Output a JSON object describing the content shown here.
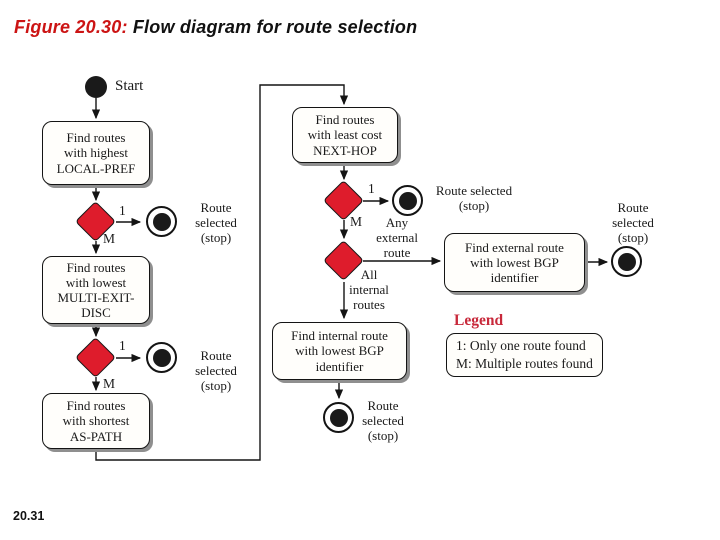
{
  "slide": {
    "title_prefix": "Figure 20.30:",
    "title_text": " Flow diagram for route selection",
    "page_number": "20.31"
  },
  "colors": {
    "diamond_red": "#de1c2c",
    "title_red": "#cc1414",
    "legend_red": "#c8293b",
    "node_black": "#1a1a1a"
  },
  "flow": {
    "start_label": "Start",
    "process_boxes": [
      {
        "id": "local-pref",
        "text": "Find routes\nwith highest\nLOCAL-PREF"
      },
      {
        "id": "multi-exit",
        "text": "Find routes\nwith lowest\nMULTI-EXIT-\nDISC"
      },
      {
        "id": "as-path",
        "text": "Find routes\nwith shortest\nAS-PATH"
      },
      {
        "id": "next-hop",
        "text": "Find routes\nwith least cost\nNEXT-HOP"
      },
      {
        "id": "external-bgp",
        "text": "Find external route\nwith lowest BGP\nidentifier"
      },
      {
        "id": "internal-bgp",
        "text": "Find internal route\nwith lowest BGP\nidentifier"
      }
    ],
    "stop_labels": [
      {
        "id": "stop-local-pref",
        "text": "Route\nselected\n(stop)"
      },
      {
        "id": "stop-multi-exit",
        "text": "Route\nselected\n(stop)"
      },
      {
        "id": "stop-next-hop",
        "text": "Route selected\n(stop)"
      },
      {
        "id": "stop-external",
        "text": "Route\nselected\n(stop)"
      },
      {
        "id": "stop-internal",
        "text": "Route\nselected\n(stop)"
      }
    ],
    "branch_labels": {
      "one": "1",
      "multiple": "M",
      "any_external": "Any\nexternal\nroute",
      "all_internal": "All\ninternal\nroutes"
    }
  },
  "legend": {
    "title": "Legend",
    "items": [
      "1: Only one route found",
      "M: Multiple routes found"
    ]
  }
}
